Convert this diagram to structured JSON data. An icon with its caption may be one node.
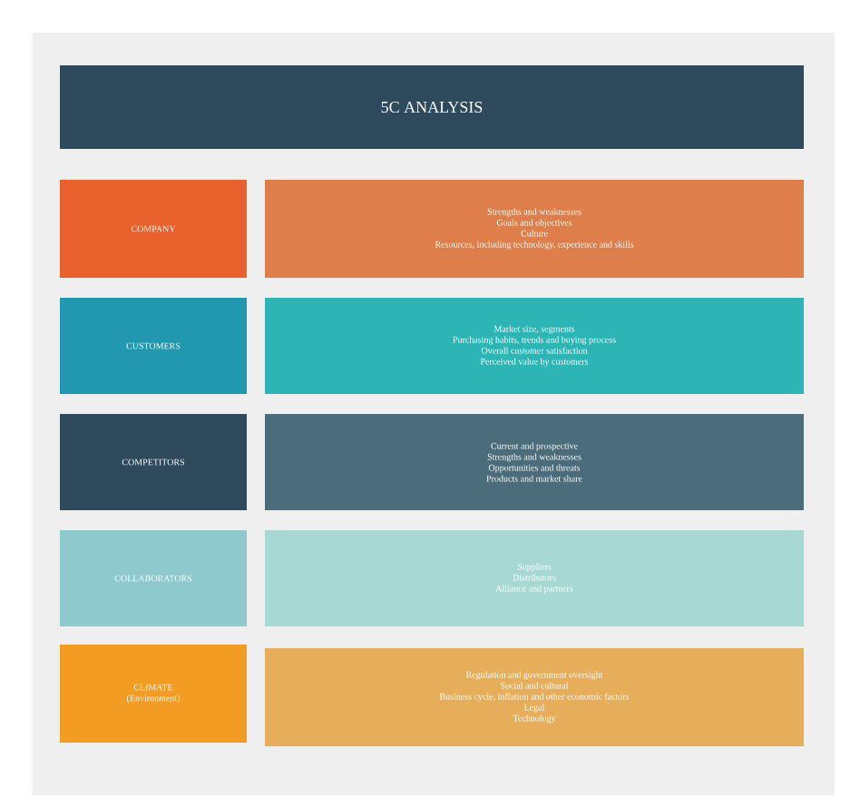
{
  "diagram": {
    "nodes": [
      {
        "text": [
          "5C ANALYSIS"
        ]
      },
      {
        "text": [
          "COMPANY"
        ]
      },
      {
        "text": [
          "Strengths and weaknesses",
          "Goals and objectives",
          "Culture",
          "Resources, including technology, experience and skills"
        ]
      },
      {
        "text": [
          "CUSTOMERS"
        ]
      },
      {
        "text": [
          "Market size, segments",
          "Purchasing habits, trends and buying process",
          "Overall customer satisfaction",
          "Perceived value by customers"
        ]
      },
      {
        "text": [
          "COMPETITORS"
        ]
      },
      {
        "text": [
          "Current and prospective",
          "Strengths and weaknesses",
          "Opportunities and threats",
          "Products and market share"
        ]
      },
      {
        "text": [
          "COLLABORATORS"
        ]
      },
      {
        "text": [
          "Suppliers",
          "Distributors",
          "Alliance and partners"
        ]
      },
      {
        "text": [
          "CLIMATE",
          "(Environment)"
        ]
      },
      {
        "text": [
          "Regulation and government oversight",
          "Social and cultural",
          "Business cycle, inflation and other economic factors",
          "Legal",
          "Technology"
        ]
      }
    ]
  }
}
